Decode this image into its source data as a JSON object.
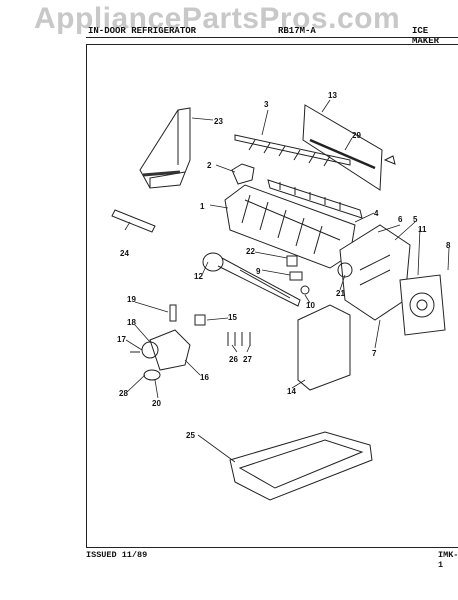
{
  "watermark": "AppliancePartsPros.com",
  "header": {
    "left": "IN-DOOR REFRIGERATOR",
    "middle": "RB17M-A",
    "right": "ICE MAKER"
  },
  "footer": {
    "issued": "ISSUED 11/89",
    "code": "IMK-1"
  },
  "callouts": [
    "1",
    "2",
    "3",
    "4",
    "5",
    "6",
    "7",
    "8",
    "9",
    "10",
    "11",
    "12",
    "13",
    "14",
    "15",
    "16",
    "17",
    "18",
    "19",
    "20",
    "21",
    "22",
    "23",
    "24",
    "25",
    "26",
    "27",
    "28",
    "29"
  ]
}
